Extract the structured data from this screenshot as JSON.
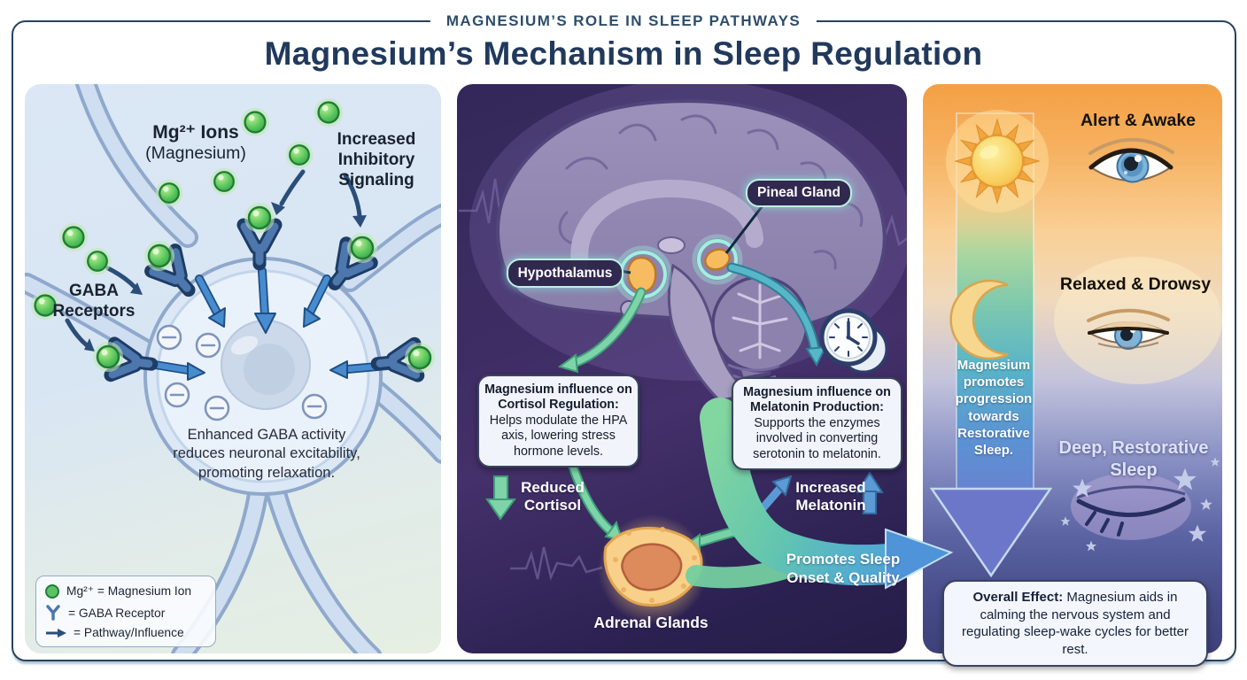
{
  "header": {
    "eyebrow": "MAGNESIUM’S ROLE IN SLEEP PATHWAYS",
    "title": "Magnesium’s Mechanism in Sleep Regulation"
  },
  "left_panel": {
    "mg_ions_line1": "Mg²⁺ Ions",
    "mg_ions_line2": "(Magnesium)",
    "increased_inhibitory": "Increased Inhibitory Signaling",
    "gaba_receptors": "GABA Receptors",
    "caption": "Enhanced GABA activity reduces neuronal excitability, promoting relaxation.",
    "legend": {
      "magnesium": "Mg²⁺ = Magnesium Ion",
      "gaba": "= GABA Receptor",
      "pathway": "= Pathway/Influence"
    }
  },
  "middle_panel": {
    "hypothalamus_label": "Hypothalamus",
    "pineal_label": "Pineal Gland",
    "cortisol_box_title": "Magnesium influence on Cortisol Regulation:",
    "cortisol_box_body": "Helps modulate the HPA axis, lowering stress hormone levels.",
    "melatonin_box_title": "Magnesium influence on Melatonin Production:",
    "melatonin_box_body": "Supports the enzymes involved in converting serotonin to melatonin.",
    "reduced_cortisol": "Reduced Cortisol",
    "increased_melatonin": "Increased Melatonin",
    "adrenal_label": "Adrenal Glands",
    "big_arrow_text": "Promotes Sleep Onset & Quality"
  },
  "right_panel": {
    "alert_awake": "Alert & Awake",
    "relaxed_drowsy": "Relaxed & Drowsy",
    "ribbon_text": "Magnesium promotes progression towards Restorative Sleep.",
    "deep_sleep": "Deep, Restorative Sleep",
    "overall_label": "Overall Effect:",
    "overall_body": "Magnesium aids in calming the nervous system and regulating sleep-wake cycles for better rest."
  },
  "icons": {
    "magnesium-ion-icon": "●",
    "gaba-receptor-icon": "Y",
    "pathway-arrow-icon": "→",
    "minus-icon": "−",
    "sun-icon": "☀",
    "moon-icon": "☾",
    "star-icon": "★",
    "clock-icon": "🕓",
    "eye-open-icon": "👁",
    "eye-half-icon": "👁",
    "eye-closed-icon": "︶"
  },
  "colors": {
    "frame_navy": "#28425f",
    "title_navy": "#21395c",
    "ion_green": "#57c45c",
    "receptor_blue": "#4d77ad",
    "pathway_navy": "#2b4e79",
    "inhibitory_arrow_blue": "#478cce",
    "cortisol_arrow_green": "#7cd4a8",
    "melatonin_arrow_blue": "#5b9bd5",
    "teal_glow": "#9ff0df",
    "gland_orange": "#f7bb60",
    "swoosh_green": "#82d6a0",
    "swoosh_blue": "#4f93d8",
    "ribbon_purple": "#6f79cb",
    "left_panel_bg": "#d9e6f4",
    "mid_panel_bg": "#352a5c",
    "right_panel_top": "#f4a044",
    "right_panel_bottom": "#3e4179"
  }
}
